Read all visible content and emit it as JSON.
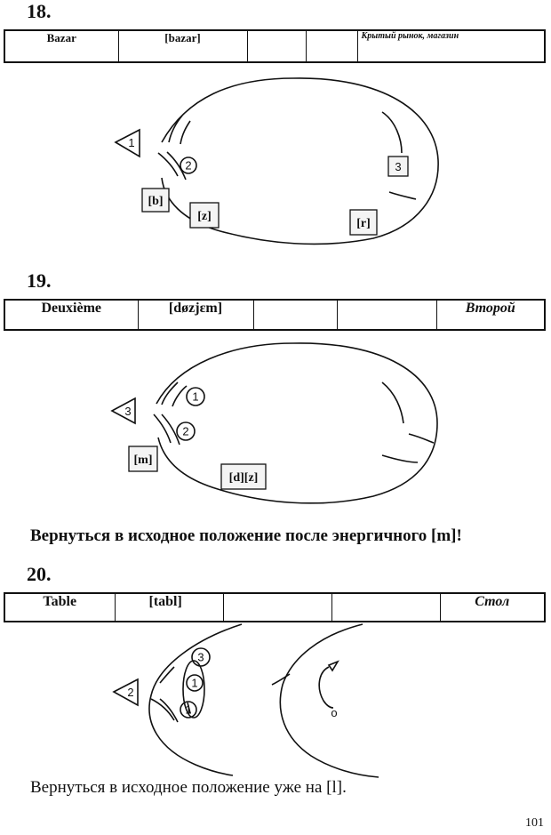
{
  "exercises": [
    {
      "number": "18.",
      "word": "Bazar",
      "transcription": "[bazar]",
      "translation": "Крытый рынок, магазин",
      "diagram_labels": {
        "c1": "1",
        "c2": "2",
        "c3": "3",
        "b": "[b]",
        "z": "[z]",
        "r": "[r]"
      }
    },
    {
      "number": "19.",
      "word": "Deuxième",
      "transcription": "[døzjɛm]",
      "translation": "Второй",
      "diagram_labels": {
        "c1": "1",
        "c2": "2",
        "c3": "3",
        "m": "[m]",
        "dz": "[d][z]"
      },
      "note": "Вернуться в исходное положение после энергичного [m]!"
    },
    {
      "number": "20.",
      "word": "Table",
      "transcription": "[tabl]",
      "translation": "Стол",
      "diagram_labels": {
        "c1a": "1",
        "c1b": "1",
        "c2": "2",
        "c3": "3",
        "o": "o"
      },
      "note": "Вернуться в исходное положение уже на [l]."
    }
  ],
  "page_number": "101"
}
